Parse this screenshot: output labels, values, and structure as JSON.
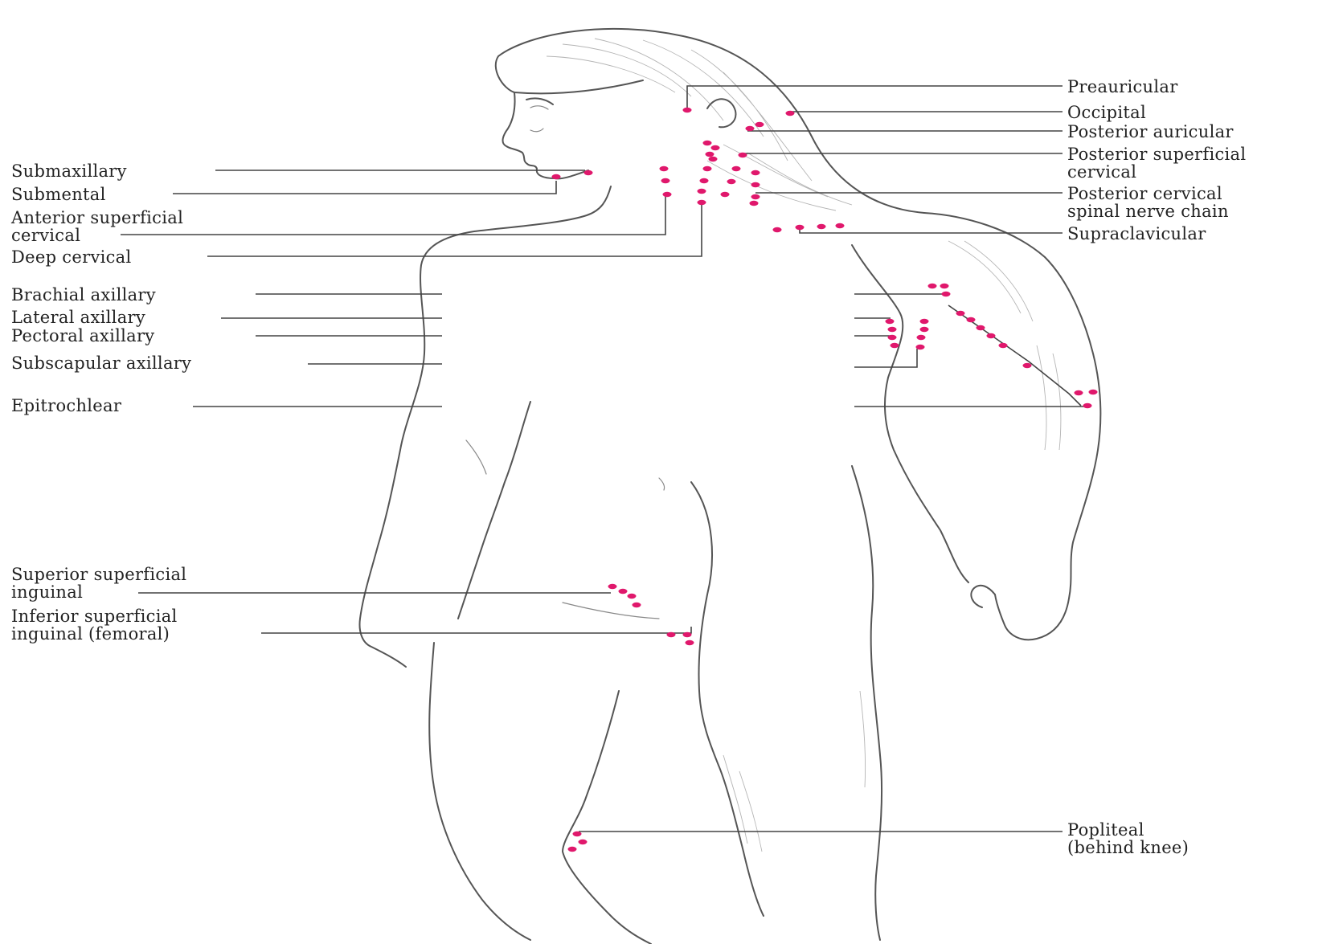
{
  "colors": {
    "node_dot": "#e0186c",
    "outline": "#555555",
    "leader": "#444444",
    "label_text": "#222222",
    "background": "#ffffff"
  },
  "labels_left": [
    {
      "id": "submaxillary",
      "lines": [
        "Submaxillary"
      ]
    },
    {
      "id": "submental",
      "lines": [
        "Submental"
      ]
    },
    {
      "id": "anterior-superficial-cervical",
      "lines": [
        "Anterior superficial",
        "cervical"
      ]
    },
    {
      "id": "deep-cervical",
      "lines": [
        "Deep cervical"
      ]
    },
    {
      "id": "brachial-axillary",
      "lines": [
        "Brachial axillary"
      ]
    },
    {
      "id": "lateral-axillary",
      "lines": [
        "Lateral axillary"
      ]
    },
    {
      "id": "pectoral-axillary",
      "lines": [
        "Pectoral axillary"
      ]
    },
    {
      "id": "subscapular-axillary",
      "lines": [
        "Subscapular axillary"
      ]
    },
    {
      "id": "epitrochlear",
      "lines": [
        "Epitrochlear"
      ]
    },
    {
      "id": "superior-superficial-inguinal",
      "lines": [
        "Superior superficial",
        "inguinal"
      ]
    },
    {
      "id": "inferior-superficial-inguinal",
      "lines": [
        "Inferior superficial",
        "inguinal (femoral)"
      ]
    }
  ],
  "labels_right": [
    {
      "id": "preauricular",
      "lines": [
        "Preauricular"
      ]
    },
    {
      "id": "occipital",
      "lines": [
        "Occipital"
      ]
    },
    {
      "id": "posterior-auricular",
      "lines": [
        "Posterior auricular"
      ]
    },
    {
      "id": "posterior-superficial-cervical",
      "lines": [
        "Posterior superficial",
        "cervical"
      ]
    },
    {
      "id": "posterior-cervical-spinal-nerve-chain",
      "lines": [
        "Posterior cervical",
        "spinal nerve chain"
      ]
    },
    {
      "id": "supraclavicular",
      "lines": [
        "Supraclavicular"
      ]
    },
    {
      "id": "popliteal",
      "lines": [
        "Popliteal",
        "(behind knee)"
      ]
    }
  ]
}
